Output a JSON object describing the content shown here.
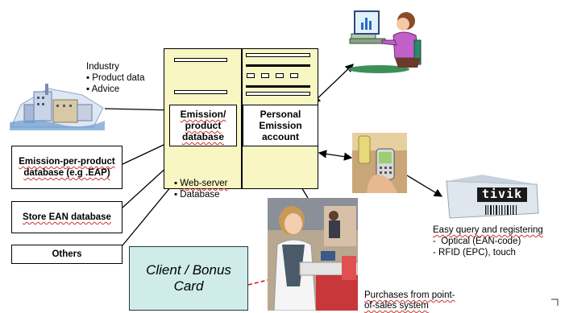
{
  "industry": {
    "title": "Industry",
    "items": [
      "Product data",
      "Advice"
    ]
  },
  "server": {
    "emission_db_label": "Emission/ product database",
    "personal_account_label": "Personal Emission account",
    "notes": [
      "Web-server",
      "Database"
    ]
  },
  "sources": {
    "epp_db": "Emission-per-product database (e.g .EAP)",
    "store_ean": "Store EAN database",
    "others": "Others"
  },
  "bonus_card": {
    "label": "Client / Bonus Card"
  },
  "query": {
    "title": "Easy  query and registering",
    "items": [
      "Optical (EAN-code)",
      "RFID (EPC), touch"
    ]
  },
  "brand": {
    "logo_text": "tivik"
  },
  "purchases": {
    "label": "Purchases from point-of-sales system"
  },
  "colors": {
    "server_fill": "#f8f6c2",
    "card_fill": "#cfecea",
    "dashed_line": "#e02020"
  },
  "icons": [
    "factory-icon",
    "woman-at-computer-icon",
    "phone-scanner-icon",
    "barcode-logo-icon",
    "checkout-photo"
  ]
}
